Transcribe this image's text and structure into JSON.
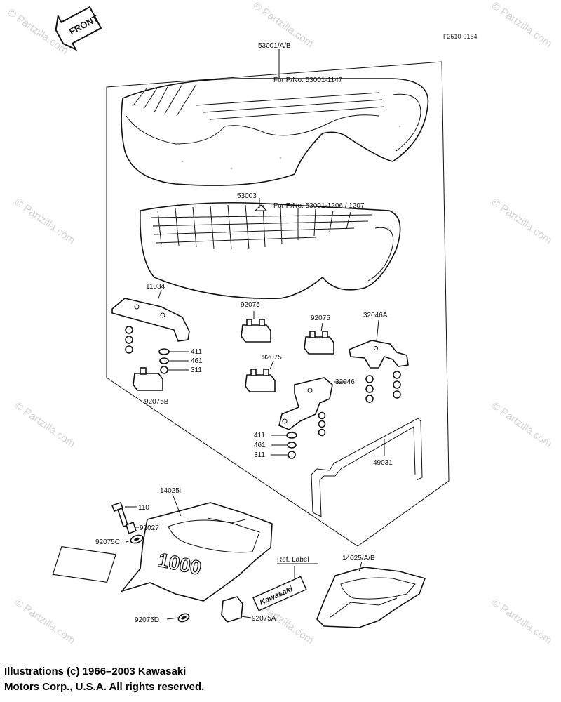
{
  "diagram": {
    "drawing_code": "F2510-0154",
    "front_arrow": "FRONT",
    "notes": {
      "seat_a": "For P/No. 53001-1147",
      "seat_b": "For P/No. 53001-1206 / 1207",
      "ref_label": "Ref.  Label",
      "kawasaki_label": "Kawasaki",
      "cowl_text": "1000"
    },
    "parts": {
      "p53001": "53001/A/B",
      "p53003": "53003",
      "p11034": "11034",
      "p92075_a": "92075",
      "p92075_b": "92075",
      "p92075_c": "92075",
      "p32046A": "32046A",
      "p32046": "32046",
      "p411_a": "411",
      "p461_a": "461",
      "p311_a": "311",
      "p92075B": "92075B",
      "p411_b": "411",
      "p461_b": "461",
      "p311_b": "311",
      "p49031": "49031",
      "p14025i": "14025i",
      "p110": "110",
      "p92027": "92027",
      "p92075C": "92075C",
      "p92075D": "92075D",
      "p92075A": "92075A",
      "p14025AB": "14025/A/B"
    },
    "watermark": "© Partzilla.com"
  },
  "copyright": {
    "line1": "Illustrations (c) 1966–2003 Kawasaki",
    "line2": "Motors Corp., U.S.A.  All rights reserved."
  }
}
